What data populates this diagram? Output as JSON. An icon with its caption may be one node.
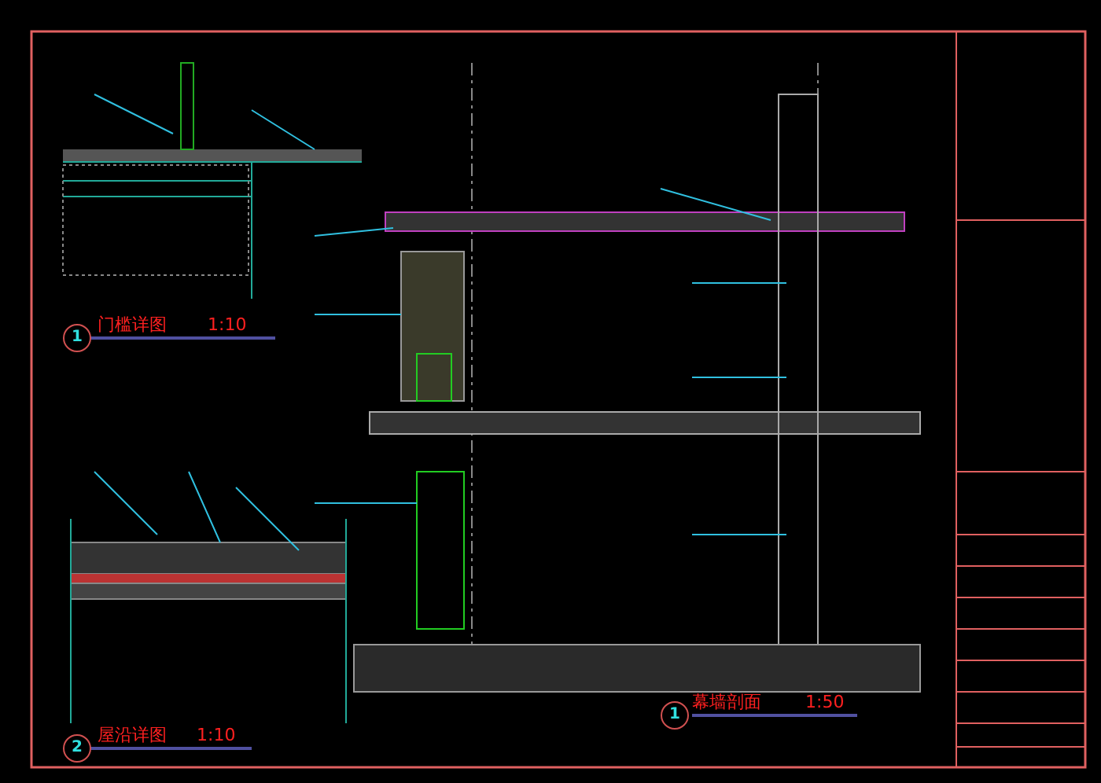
{
  "diagram": {
    "labels": [
      "1",
      "门槛详图",
      "1:10",
      "2",
      "屋沿详图",
      "1:10",
      "1",
      "幕墙剖面",
      "1:50"
    ]
  }
}
